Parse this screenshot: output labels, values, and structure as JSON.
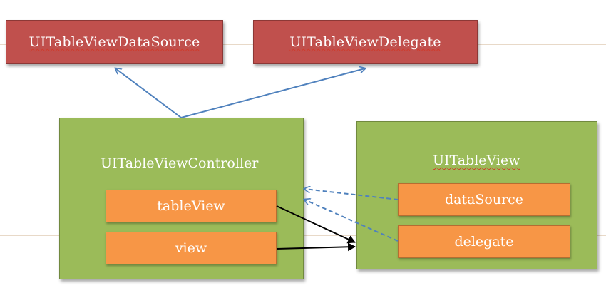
{
  "protocols": {
    "data_source": "UITableViewDataSource",
    "delegate": "UITableViewDelegate"
  },
  "controller": {
    "title": "UITableViewController",
    "table_view_property": "tableView",
    "view_property": "view"
  },
  "table_view": {
    "title": "UITableView",
    "data_source_property": "dataSource",
    "delegate_property": "delegate"
  },
  "colors": {
    "protocol_box": "#c0504d",
    "class_box": "#9bbb59",
    "property_box": "#f79646",
    "inheritance_line": "#4f81bd",
    "reference_arrow": "#000000"
  }
}
